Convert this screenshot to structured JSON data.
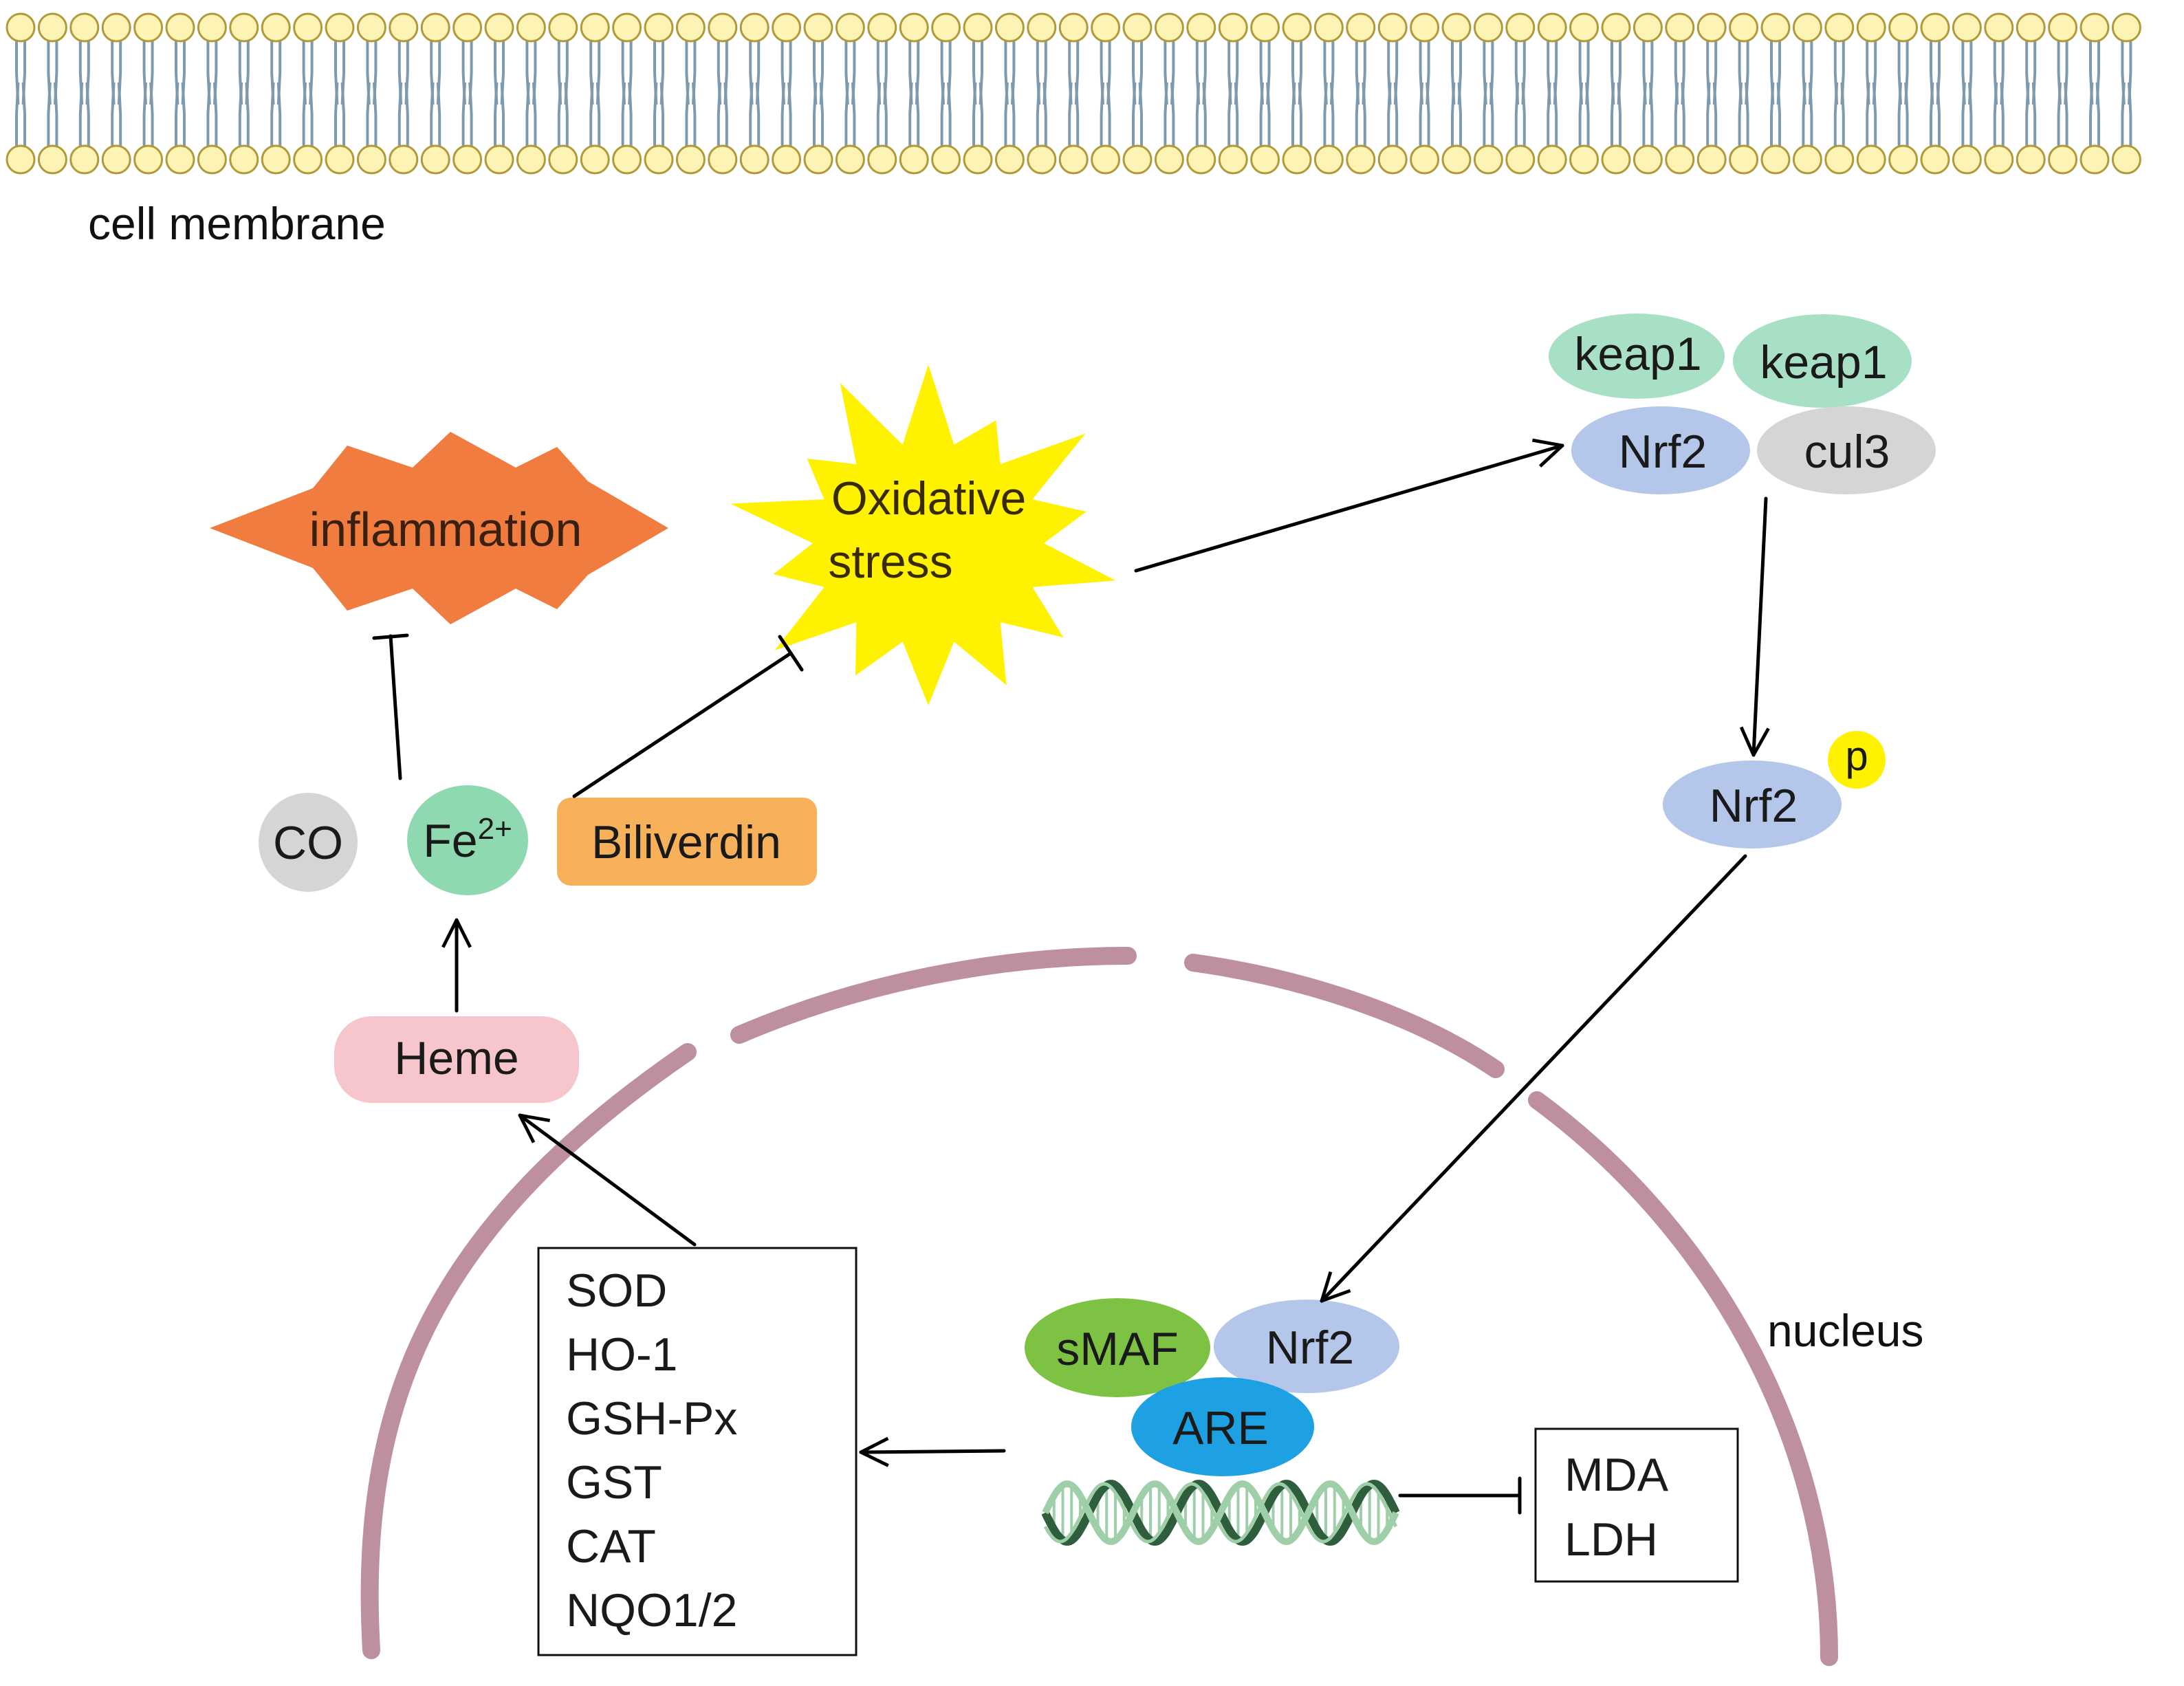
{
  "membrane": {
    "label": "cell membrane"
  },
  "nucleus": {
    "label": "nucleus"
  },
  "nodes": {
    "inflammation": "inflammation",
    "oxidative_stress": [
      "Oxidative",
      "stress"
    ],
    "keap1_left": "keap1",
    "keap1_right": "keap1",
    "nrf2_complex": "Nrf2",
    "cul3": "cul3",
    "nrf2_phospho": "Nrf2",
    "phospho": "p",
    "co": "CO",
    "fe_base": "Fe",
    "fe_charge": "2+",
    "biliverdin": "Biliverdin",
    "heme": "Heme",
    "smaf": "sMAF",
    "nrf2_nuclear": "Nrf2",
    "are": "ARE"
  },
  "enzymes": [
    "SOD",
    "HO-1",
    "GSH-Px",
    "GST",
    "CAT",
    "NQO1/2"
  ],
  "markers": [
    "MDA",
    "LDH"
  ],
  "colors": {
    "lipid_head": "#FDF3B5",
    "lipid_head_stroke": "#B09A3A",
    "lipid_tail": "#7E9AAE",
    "inflammation": "#F07C3F",
    "oxidative_stress": "#FFF200",
    "keap1": "#A8E0C6",
    "nrf2": "#B4C7EA",
    "cul3": "#D5D5D5",
    "phospho": "#FFF200",
    "co": "#D5D5D5",
    "fe": "#8ED9B0",
    "biliverdin": "#F7B15A",
    "heme": "#F7C6CC",
    "smaf": "#7DC242",
    "are": "#1EA1E3",
    "nucleus_envelope": "#BD8FA0",
    "dna_dark": "#2E5E3B",
    "dna_light": "#9FCFA8"
  }
}
